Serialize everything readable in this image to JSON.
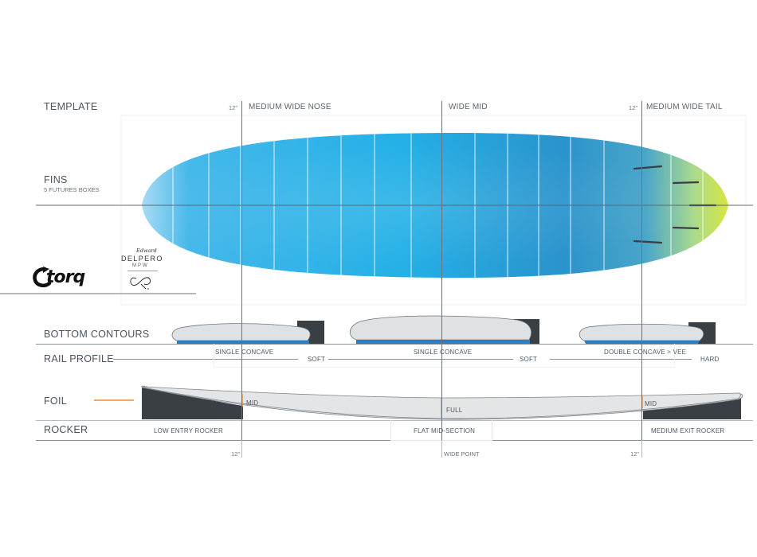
{
  "sections": {
    "template": "TEMPLATE",
    "fins": "FINS",
    "fins_sub": "5 FUTURES BOXES",
    "bottom_contours": "BOTTOM  CONTOURS",
    "rail_profile": "RAIL PROFILE",
    "foil": "FOIL",
    "rocker": "ROCKER"
  },
  "template_marks": {
    "nose_dim": "12\"",
    "nose": "MEDIUM WIDE NOSE",
    "mid": "WIDE MID",
    "tail_dim": "12\"",
    "tail": "MEDIUM WIDE TAIL"
  },
  "bottom_contours": {
    "nose": "SINGLE CONCAVE",
    "mid": "SINGLE CONCAVE",
    "tail": "DOUBLE CONCAVE > VEE"
  },
  "rail_profile": {
    "nose": "SOFT",
    "mid": "SOFT",
    "tail": "HARD"
  },
  "foil": {
    "nose": "MID",
    "mid": "FULL",
    "tail": "MID"
  },
  "rocker": {
    "nose": "LOW ENTRY ROCKER",
    "mid": "FLAT MID-SECTION",
    "tail": "MEDIUM EXIT ROCKER"
  },
  "bottom_marks": {
    "nose_dim": "12\"",
    "mid": "WIDE POINT",
    "tail_dim": "12\""
  },
  "brand": {
    "logo": "torq",
    "signature": "Edward",
    "designer": "DELPERO",
    "model": "MPW"
  },
  "colors": {
    "board_blue": "#2fb3e6",
    "board_deep": "#1f8fc8",
    "tail_yellow": "#d8e640",
    "contour_blue": "#2a7fc4",
    "dark_gray": "#3a3f44",
    "foil_orange": "#e58a3a"
  }
}
